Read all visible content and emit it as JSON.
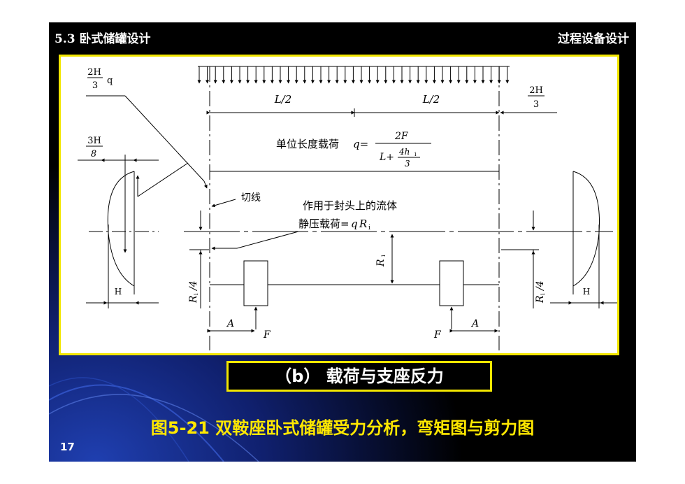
{
  "header": {
    "section": "5.3 卧式储罐设计",
    "course": "过程设备设计"
  },
  "figure": {
    "labels": {
      "top_left_num": "2H",
      "top_left_den": "3",
      "top_left_q": "q",
      "top_right_num": "2H",
      "top_right_den": "3",
      "left_num": "3H",
      "left_den": "8",
      "half_span_left": "L/2",
      "half_span_right": "L/2",
      "unit_load_text": "单位长度载荷",
      "q_eq": "q=",
      "formula_num": "2F",
      "formula_den_prefix": "L+",
      "formula_den_num": "4h",
      "formula_den_sub": "i",
      "formula_den_den": "3",
      "tangent_line": "切线",
      "head_pressure_line1": "作用于封头上的流体",
      "head_pressure_line2": "静压载荷=",
      "head_pressure_q": "q",
      "head_pressure_R": "R",
      "head_pressure_sub": "i",
      "Ri": "R",
      "Ri_sub": "i",
      "Ri4_left": "R",
      "Ri4_left_sub": "i",
      "Ri4_left_suffix": "/4",
      "Ri4_right": "R",
      "Ri4_right_sub": "i",
      "Ri4_right_suffix": "/4",
      "H_left": "H",
      "H_right": "H",
      "A_left": "A",
      "A_right": "A",
      "F_left": "F",
      "F_right": "F"
    }
  },
  "caption_b": "（b） 载荷与支座反力",
  "figure_title": "图5-21  双鞍座卧式储罐受力分析，弯矩图与剪力图",
  "page_number": "17",
  "colors": {
    "border": "#f2e600",
    "title": "#ffe800",
    "background": "#000000"
  }
}
